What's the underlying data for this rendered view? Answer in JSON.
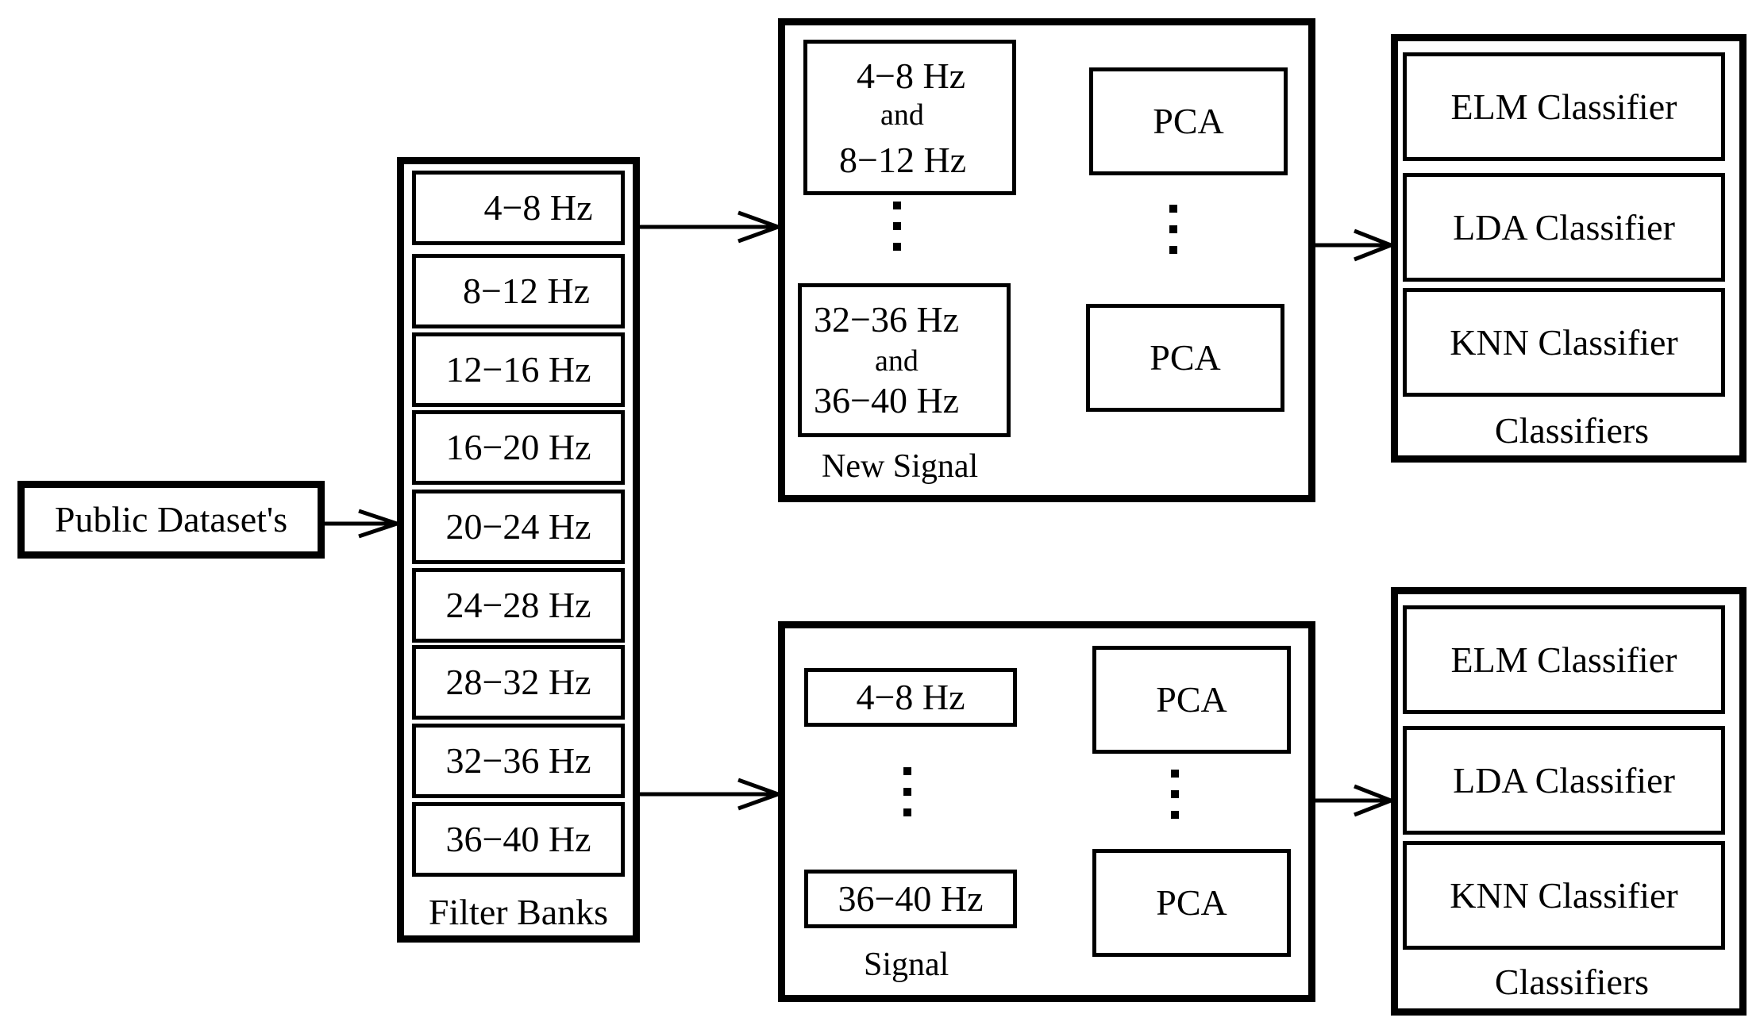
{
  "input": {
    "label": "Public Dataset's"
  },
  "filter_banks": {
    "caption": "Filter Banks",
    "bands": [
      "4−8 Hz",
      "8−12 Hz",
      "12−16 Hz",
      "16−20 Hz",
      "20−24 Hz",
      "24−28 Hz",
      "28−32 Hz",
      "32−36 Hz",
      "36−40 Hz"
    ]
  },
  "new_signal": {
    "caption": "New Signal",
    "top_pair": {
      "line1": "4−8 Hz",
      "line2": "and",
      "line3": "8−12 Hz"
    },
    "bottom_pair": {
      "line1": "32−36 Hz",
      "line2": "and",
      "line3": "36−40 Hz"
    },
    "pca_top": "PCA",
    "pca_bottom": "PCA"
  },
  "signal": {
    "caption": "Signal",
    "top_band": "4−8 Hz",
    "bottom_band": "36−40 Hz",
    "pca_top": "PCA",
    "pca_bottom": "PCA"
  },
  "classifiers_top": {
    "caption": "Classifiers",
    "items": [
      "ELM Classifier",
      "LDA Classifier",
      "KNN Classifier"
    ]
  },
  "classifiers_bottom": {
    "caption": "Classifiers",
    "items": [
      "ELM Classifier",
      "LDA Classifier",
      "KNN Classifier"
    ]
  }
}
